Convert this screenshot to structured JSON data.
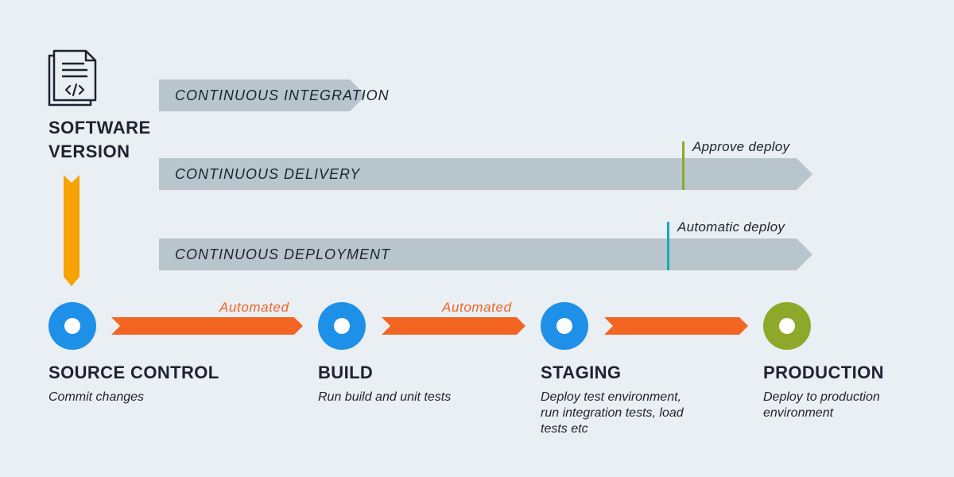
{
  "software": {
    "title_line1": "SOFTWARE",
    "title_line2": "VERSION",
    "icon": "code-document-icon"
  },
  "bands": [
    {
      "label": "CONTINUOUS INTEGRATION"
    },
    {
      "label": "CONTINUOUS DELIVERY",
      "marker_label": "Approve deploy",
      "marker_color": "#8ea829"
    },
    {
      "label": "CONTINUOUS DEPLOYMENT",
      "marker_label": "Automatic deploy",
      "marker_color": "#1aa7b7"
    }
  ],
  "connectors": [
    {
      "label": "Automated"
    },
    {
      "label": "Automated"
    },
    {
      "label": ""
    }
  ],
  "stages": [
    {
      "title": "SOURCE CONTROL",
      "description": "Commit changes",
      "color": "#1e90e8"
    },
    {
      "title": "BUILD",
      "description": "Run build and unit tests",
      "color": "#1e90e8"
    },
    {
      "title": "STAGING",
      "description": "Deploy test environment, run integration tests, load tests etc",
      "color": "#1e90e8"
    },
    {
      "title": "PRODUCTION",
      "description": "Deploy to production environment",
      "color": "#8ea829"
    }
  ],
  "colors": {
    "band": "#b8c5cc",
    "arrow": "#f26522",
    "version_arrow": "#f5a300",
    "background": "#e9eff3"
  }
}
